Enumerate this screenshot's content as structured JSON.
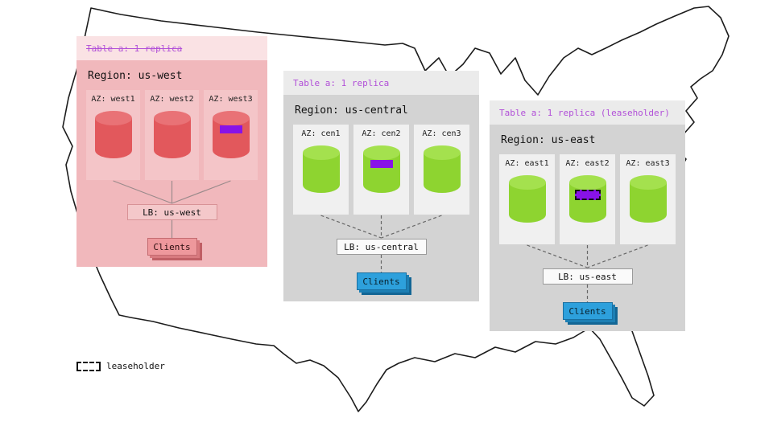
{
  "colors": {
    "accent_purple_text": "#b14fd8",
    "replica_purple": "#8812e8",
    "west_red": "#e2585c",
    "replica_green": "#8ed430",
    "clients_blue": "#2da0dc",
    "clients_pink": "#ee989c",
    "west_panel_pink": "#f1b8bc",
    "gray_panel": "#d3d3d3"
  },
  "legend": {
    "label": "leaseholder"
  },
  "regions": [
    {
      "table_label": "Table a: 1 replica",
      "region_label": "Region: us-west",
      "azs": [
        {
          "label": "AZ: west1"
        },
        {
          "label": "AZ: west2"
        },
        {
          "label": "AZ: west3"
        }
      ],
      "lb_label": "LB: us-west",
      "clients_label": "Clients"
    },
    {
      "table_label": "Table a: 1 replica",
      "region_label": "Region: us-central",
      "azs": [
        {
          "label": "AZ: cen1"
        },
        {
          "label": "AZ: cen2"
        },
        {
          "label": "AZ: cen3"
        }
      ],
      "lb_label": "LB: us-central",
      "clients_label": "Clients"
    },
    {
      "table_label": "Table a: 1 replica (leaseholder)",
      "region_label": "Region: us-east",
      "azs": [
        {
          "label": "AZ: east1"
        },
        {
          "label": "AZ: east2"
        },
        {
          "label": "AZ: east3"
        }
      ],
      "lb_label": "LB: us-east",
      "clients_label": "Clients"
    }
  ]
}
